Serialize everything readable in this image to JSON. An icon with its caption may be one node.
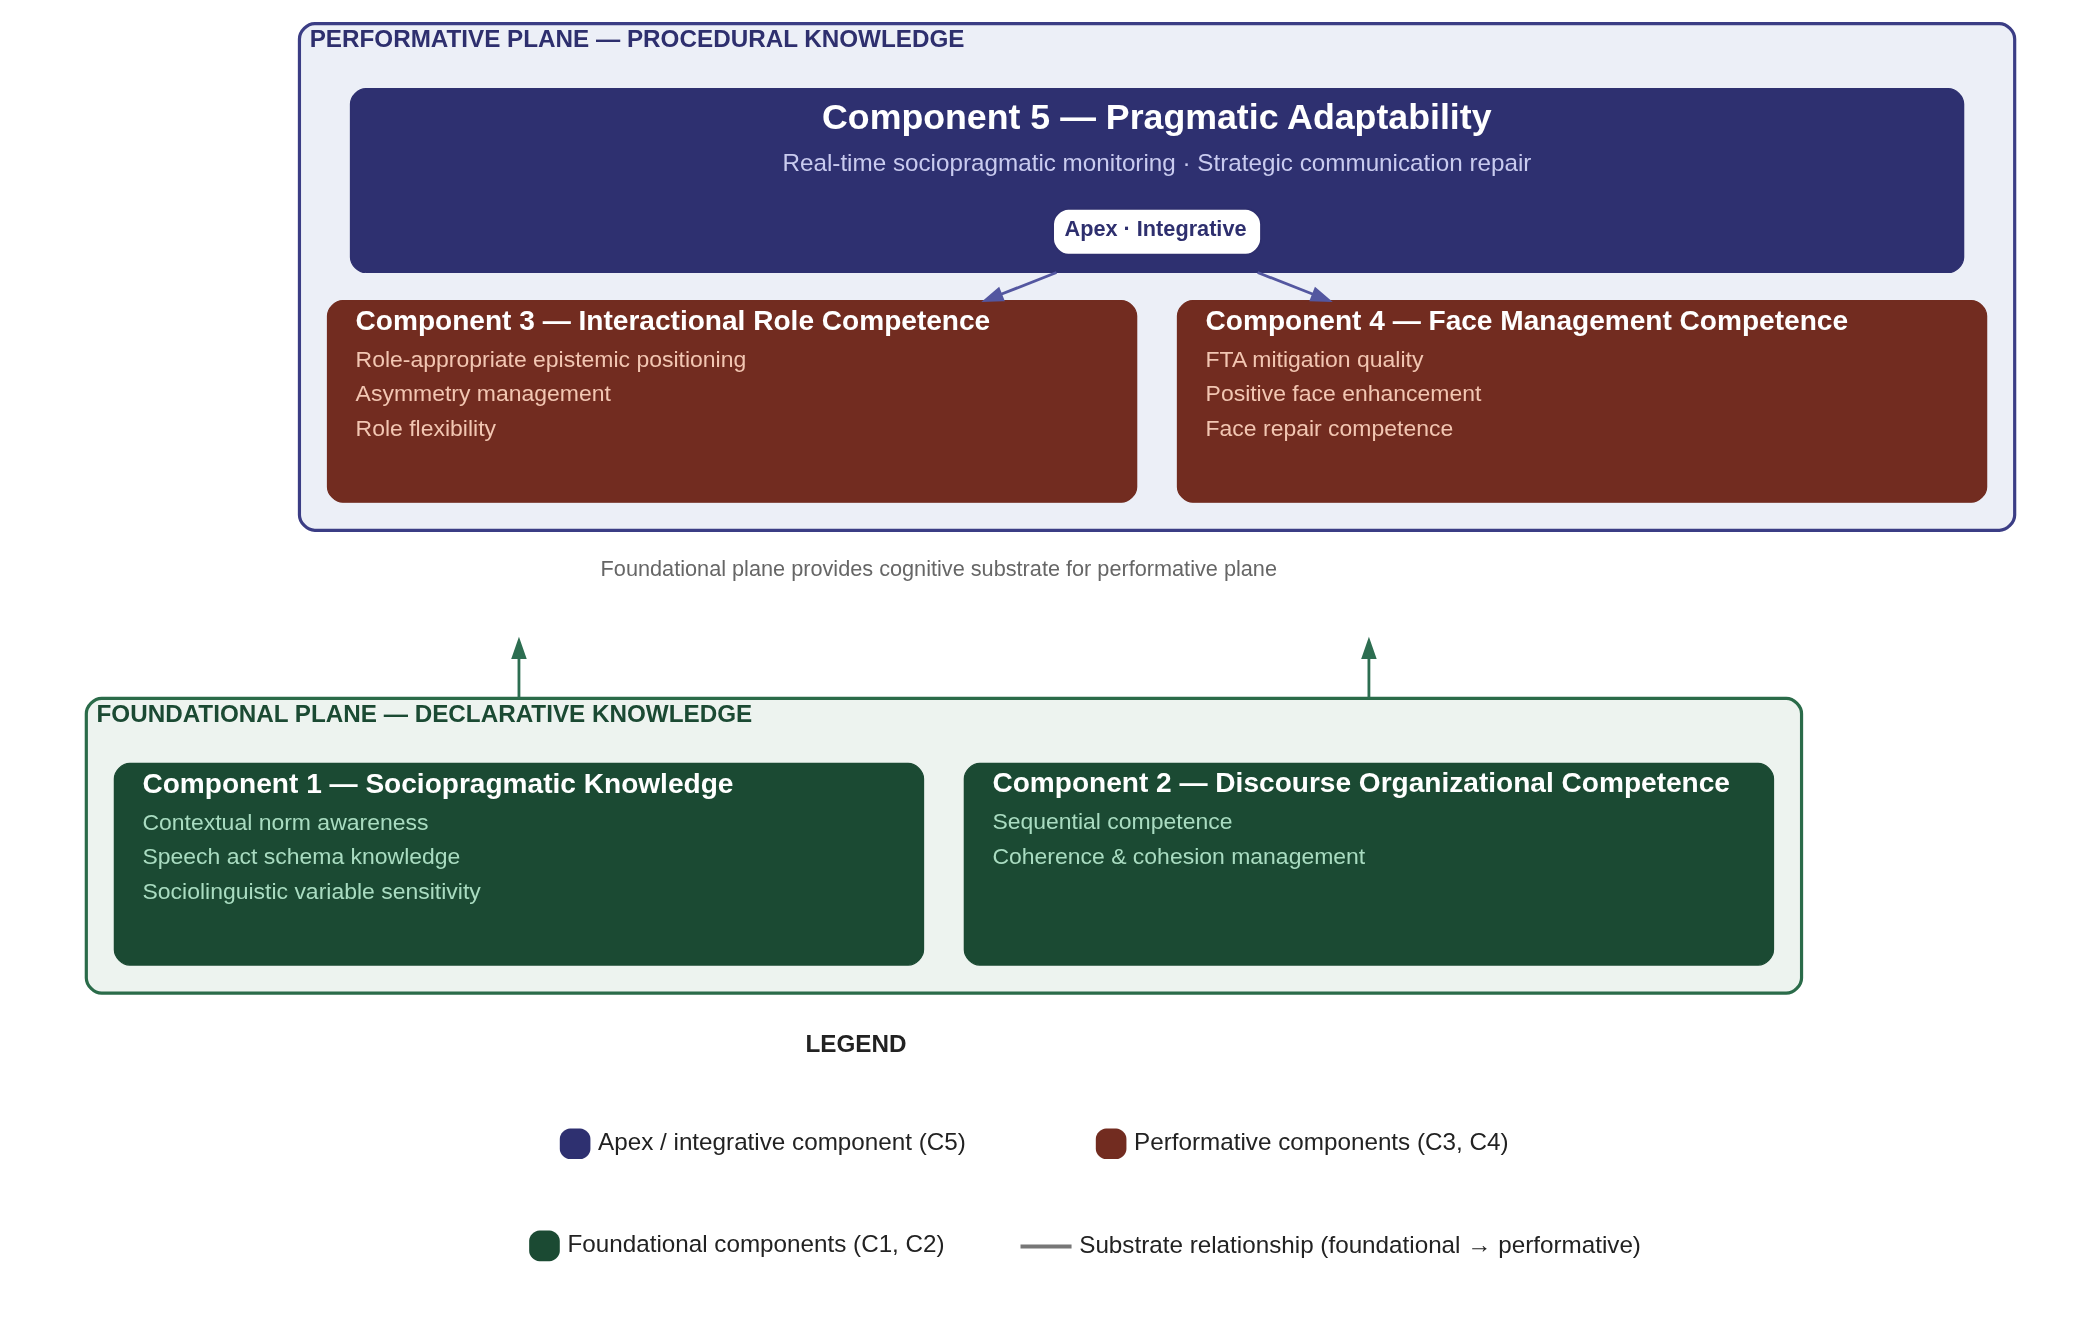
{
  "diagram": {
    "nodes": [
      {
        "text": [
          "PERFORMATIVE PLANE — PROCEDURAL KNOWLEDGE"
        ]
      },
      {
        "text": [
          "Component 5 — Pragmatic Adaptability",
          "Real-time sociopragmatic monitoring · Strategic communication repair"
        ],
        "in": 0
      },
      {
        "text": [
          "Apex · Integrative"
        ],
        "in": 1
      },
      {
        "text": [
          "Component 3 — Interactional Role Competence",
          "Role-appropriate epistemic positioning",
          "Asymmetry management",
          "Role flexibility"
        ],
        "in": 0
      },
      {
        "text": [
          "Component 4 — Face Management Competence",
          "FTA mitigation quality",
          "Positive face enhancement",
          "Face repair competence"
        ],
        "in": 0
      },
      {
        "text": [
          "FOUNDATIONAL PLANE — DECLARATIVE KNOWLEDGE"
        ]
      },
      {
        "text": [
          "Component 1 — Sociopragmatic Knowledge",
          "Contextual norm awareness",
          "Speech act schema knowledge",
          "Sociolinguistic variable sensitivity"
        ],
        "in": 5
      },
      {
        "text": [
          "Component 2 — Discourse Organizational Competence",
          "Sequential competence",
          "Coherence & cohesion management"
        ],
        "in": 5
      }
    ],
    "edges": [
      {
        "from": 1,
        "to": 3,
        "arrow": "to",
        "color": "#5457a0"
      },
      {
        "from": 1,
        "to": 4,
        "arrow": "to",
        "color": "#5457a0"
      },
      {
        "from": 5,
        "to": null,
        "arrow": "to",
        "color": "#2d6e51"
      },
      {
        "from": 5,
        "to": null,
        "arrow": "to",
        "color": "#2d6e51"
      }
    ],
    "labels": [
      "Foundational plane provides cognitive substrate for performative plane",
      "LEGEND"
    ],
    "legend": [
      {
        "text": "Apex / integrative component (C5)",
        "color": "#2e3070"
      },
      {
        "text": "Performative components (C3, C4)",
        "color": "#722c20"
      },
      {
        "text": "Foundational components (C1, C2)",
        "color": "#1b4a33"
      },
      {
        "text": "Substrate relationship (foundational → performative)"
      }
    ]
  }
}
